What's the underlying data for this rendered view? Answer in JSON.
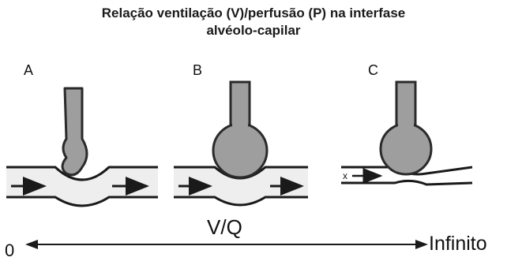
{
  "title": {
    "line1": "Relação ventilação (V)/perfusão (P) na interfase",
    "line2": "alvéolo-capilar"
  },
  "panels": [
    {
      "label": "A",
      "state": "collapsed alveolus"
    },
    {
      "label": "B",
      "state": "normal alveolus"
    },
    {
      "label": "C",
      "state": "obstructed capillary"
    }
  ],
  "axis": {
    "label": "V/Q",
    "min_label": "0",
    "max_label": "Infinito"
  },
  "panel_c": {
    "obstruction_marker": "x"
  },
  "colors": {
    "ink": "#1a1a1a",
    "alveolus_fill": "#9e9e9e",
    "alveolus_stroke": "#2a2a2a",
    "capillary_fill": "#eeeeee"
  }
}
